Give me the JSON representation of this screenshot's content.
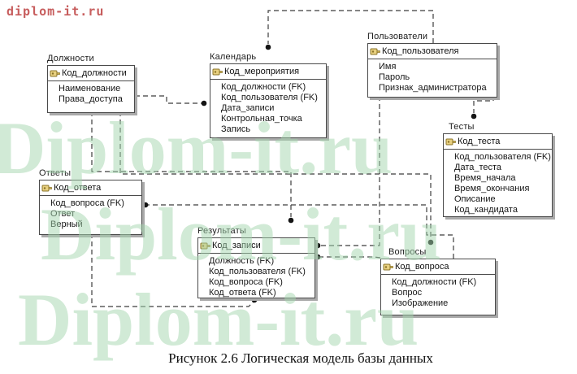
{
  "corner_watermark": {
    "text": "diplom-it.ru",
    "color": "#c75d5d"
  },
  "watermark": {
    "text": "Diplom-it.ru",
    "color": "#a4d5ae"
  },
  "caption": "Рисунок 2.6 Логическая модель базы данных",
  "entities": [
    {
      "title": "Должности",
      "pk": "Код_должности",
      "attributes": [
        "Наименование",
        "Права_доступа"
      ]
    },
    {
      "title": "Календарь",
      "pk": "Код_мероприятия",
      "attributes": [
        "Код_должности (FK)",
        "Код_пользователя (FK)",
        "Дата_записи",
        "Контрольная_точка",
        "Запись"
      ]
    },
    {
      "title": "Пользователи",
      "pk": "Код_пользователя",
      "attributes": [
        "Имя",
        "Пароль",
        "Признак_администратора"
      ]
    },
    {
      "title": "Тесты",
      "pk": "Код_теста",
      "attributes": [
        "Код_пользователя (FK)",
        "Дата_теста",
        "Время_начала",
        "Время_окончания",
        "Описание",
        "Код_кандидата"
      ]
    },
    {
      "title": "Ответы",
      "pk": "Код_ответа",
      "attributes": [
        "Код_вопроса (FK)",
        "Ответ",
        "Верный"
      ]
    },
    {
      "title": "Результаты",
      "pk": "Код_записи",
      "attributes": [
        "Должность (FK)",
        "Код_пользователя (FK)",
        "Код_вопроса (FK)",
        "Код_ответа (FK)"
      ]
    },
    {
      "title": "Вопросы",
      "pk": "Код_вопроса",
      "attributes": [
        "Код_должности (FK)",
        "Вопрос",
        "Изображение"
      ]
    }
  ],
  "relationships": [
    {
      "parent": "Должности",
      "child": "Календарь"
    },
    {
      "parent": "Пользователи",
      "child": "Календарь"
    },
    {
      "parent": "Пользователи",
      "child": "Тесты"
    },
    {
      "parent": "Пользователи",
      "child": "Результаты"
    },
    {
      "parent": "Должности",
      "child": "Результаты"
    },
    {
      "parent": "Должности",
      "child": "Вопросы"
    },
    {
      "parent": "Вопросы",
      "child": "Ответы"
    },
    {
      "parent": "Ответы",
      "child": "Результаты"
    },
    {
      "parent": "Вопросы",
      "child": "Результаты"
    }
  ],
  "icons": {
    "primary_key": "key-icon"
  }
}
